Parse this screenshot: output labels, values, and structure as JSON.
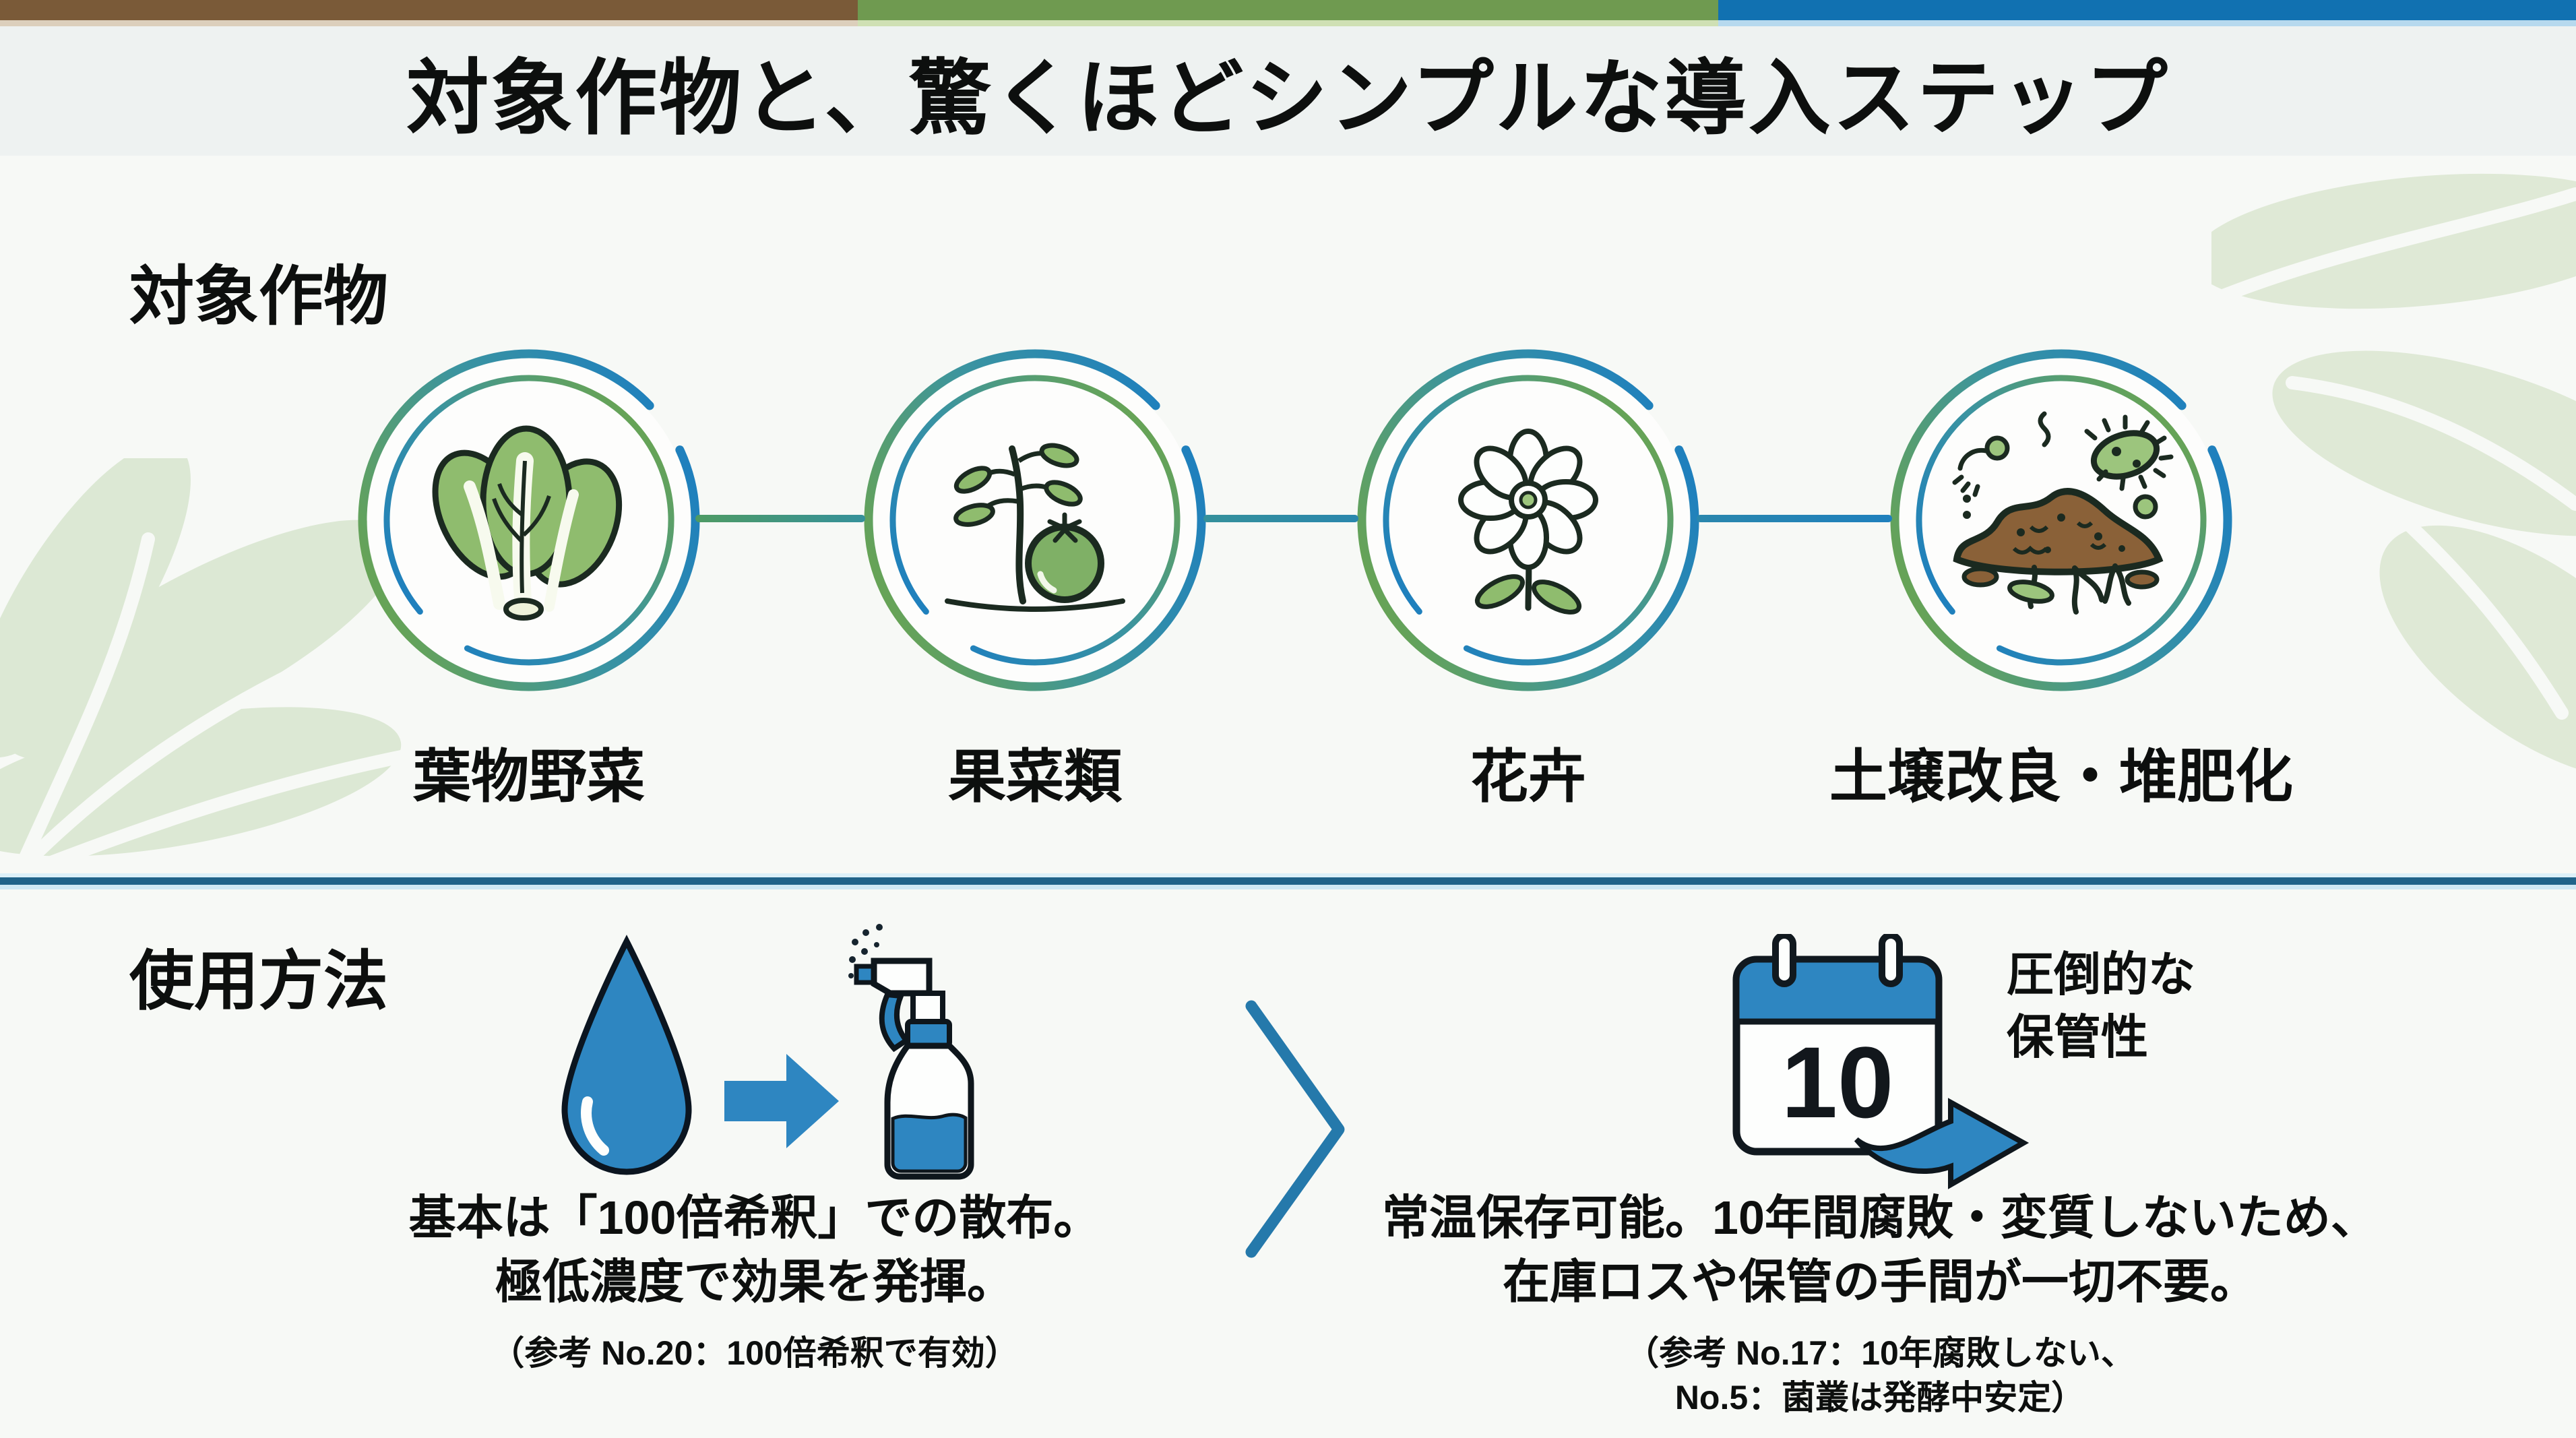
{
  "title": "対象作物と、驚くほどシンプルな導入ステップ",
  "top_bar": {
    "segments": [
      {
        "name": "brown",
        "color": "#7a5a38"
      },
      {
        "name": "green",
        "color": "#6f9a50"
      },
      {
        "name": "blue",
        "color": "#1171b1"
      }
    ]
  },
  "crops": {
    "heading": "対象作物",
    "items": [
      {
        "label": "葉物野菜",
        "icon": "leafy-vegetable-icon"
      },
      {
        "label": "果菜類",
        "icon": "tomato-plant-icon"
      },
      {
        "label": "花卉",
        "icon": "flower-icon"
      },
      {
        "label": "土壌改良・堆肥化",
        "icon": "soil-compost-icon"
      }
    ]
  },
  "usage": {
    "heading": "使用方法",
    "dilution": {
      "icons": [
        "water-drop-icon",
        "right-arrow-icon",
        "spray-bottle-icon"
      ],
      "line1": "基本は「100倍希釈」での散布。",
      "line2": "極低濃度で効果を発揮。",
      "note": "（参考 No.20：100倍希釈で有効）"
    },
    "storage": {
      "icons": [
        "calendar-icon",
        "swoosh-arrow-icon"
      ],
      "calendar_number": "10",
      "label_line1": "圧倒的な",
      "label_line2": "保管性",
      "line1": "常温保存可能。10年間腐敗・変質しないため、",
      "line2": "在庫ロスや保管の手間が一切不要。",
      "note_line1": "（参考 No.17：10年腐敗しない、",
      "note_line2": "No.5：菌叢は発酵中安定）"
    }
  },
  "colors": {
    "accent_blue": "#2e86c1",
    "divider_blue": "#20638a",
    "ring_green": "#66a357",
    "ring_teal": "#3b94a0",
    "ring_blue": "#1f80bd",
    "leaf_watermark": "#dfe9d6",
    "plant_green": "#8fbc6e",
    "soil_brown": "#8a6138",
    "title_band_bg": "#eef2f1",
    "page_bg": "#f7f9f6"
  }
}
